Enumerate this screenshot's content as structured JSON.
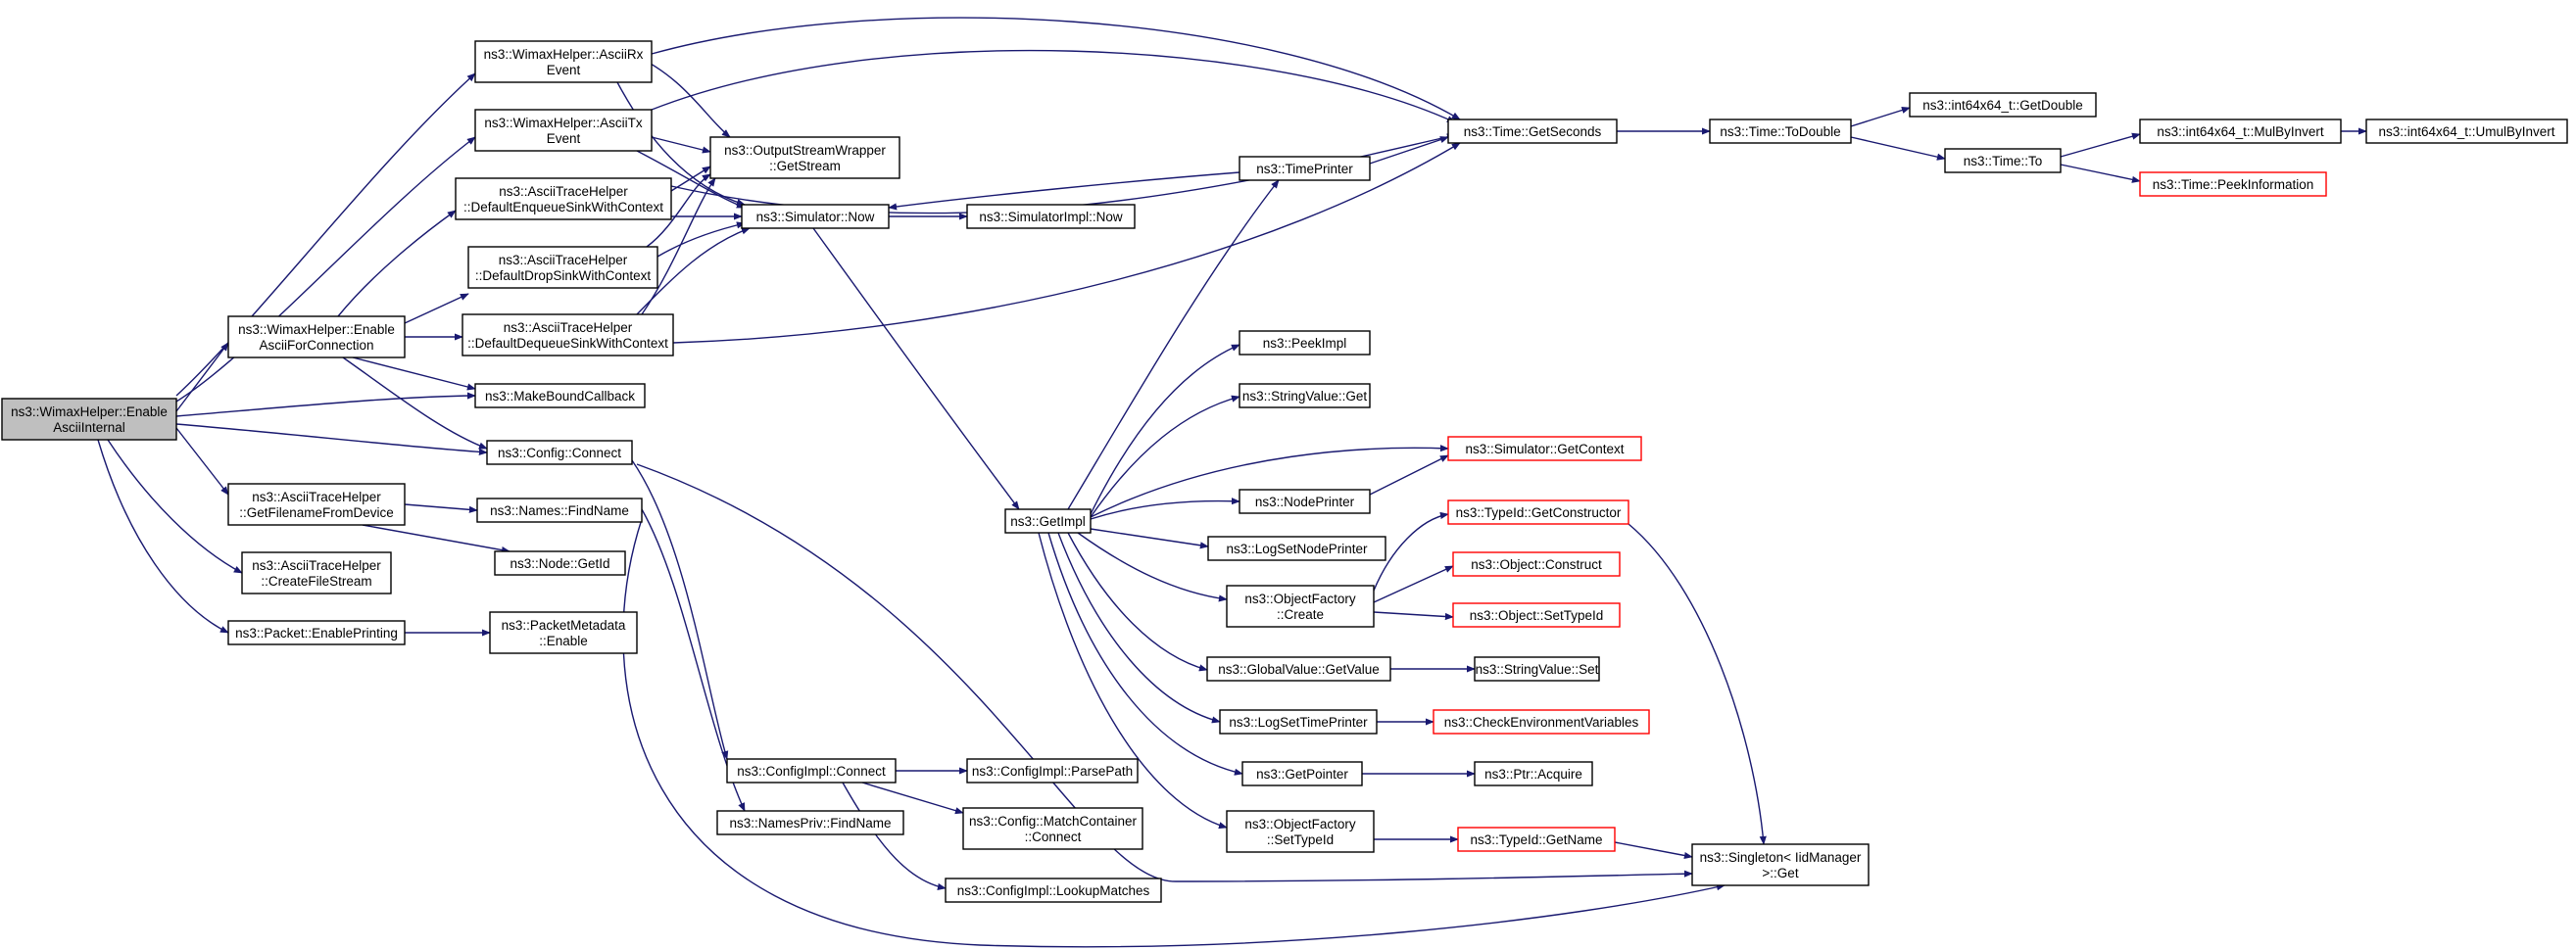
{
  "colors": {
    "edge": "#191970",
    "root_fill": "#bfbfbf",
    "node_border": "#000000",
    "truncated_border": "#ff0000"
  },
  "nodes": {
    "root": {
      "lines": [
        "ns3::WimaxHelper::Enable",
        "AsciiInternal"
      ]
    },
    "asciiRxEvent": {
      "lines": [
        "ns3::WimaxHelper::AsciiRx",
        "Event"
      ]
    },
    "asciiTxEvent": {
      "lines": [
        "ns3::WimaxHelper::AsciiTx",
        "Event"
      ]
    },
    "enqueueSink": {
      "lines": [
        "ns3::AsciiTraceHelper",
        "::DefaultEnqueueSinkWithContext"
      ]
    },
    "dropSink": {
      "lines": [
        "ns3::AsciiTraceHelper",
        "::DefaultDropSinkWithContext"
      ]
    },
    "dequeueSink": {
      "lines": [
        "ns3::AsciiTraceHelper",
        "::DefaultDequeueSinkWithContext"
      ]
    },
    "enableAsciiForConnection": {
      "lines": [
        "ns3::WimaxHelper::Enable",
        "AsciiForConnection"
      ]
    },
    "makeBoundCallback": {
      "lines": [
        "ns3::MakeBoundCallback"
      ]
    },
    "configConnect": {
      "lines": [
        "ns3::Config::Connect"
      ]
    },
    "getFilename": {
      "lines": [
        "ns3::AsciiTraceHelper",
        "::GetFilenameFromDevice"
      ]
    },
    "createFileStream": {
      "lines": [
        "ns3::AsciiTraceHelper",
        "::CreateFileStream"
      ]
    },
    "enablePrinting": {
      "lines": [
        "ns3::Packet::EnablePrinting"
      ]
    },
    "namesFindName": {
      "lines": [
        "ns3::Names::FindName"
      ]
    },
    "nodeGetId": {
      "lines": [
        "ns3::Node::GetId"
      ]
    },
    "packetMetadataEnable": {
      "lines": [
        "ns3::PacketMetadata",
        "::Enable"
      ]
    },
    "getStream": {
      "lines": [
        "ns3::OutputStreamWrapper",
        "::GetStream"
      ]
    },
    "simulatorNow": {
      "lines": [
        "ns3::Simulator::Now"
      ]
    },
    "simulatorImplNow": {
      "lines": [
        "ns3::SimulatorImpl::Now"
      ]
    },
    "timePrinter": {
      "lines": [
        "ns3::TimePrinter"
      ]
    },
    "getSeconds": {
      "lines": [
        "ns3::Time::GetSeconds"
      ]
    },
    "toDouble": {
      "lines": [
        "ns3::Time::ToDouble"
      ]
    },
    "int64GetDouble": {
      "lines": [
        "ns3::int64x64_t::GetDouble"
      ]
    },
    "timeTo": {
      "lines": [
        "ns3::Time::To"
      ]
    },
    "mulByInvert": {
      "lines": [
        "ns3::int64x64_t::MulByInvert"
      ]
    },
    "umulByInvert": {
      "lines": [
        "ns3::int64x64_t::UmulByInvert"
      ]
    },
    "peekInformation": {
      "lines": [
        "ns3::Time::PeekInformation"
      ]
    },
    "getImpl": {
      "lines": [
        "ns3::GetImpl"
      ]
    },
    "peekImpl": {
      "lines": [
        "ns3::PeekImpl"
      ]
    },
    "stringValueGet": {
      "lines": [
        "ns3::StringValue::Get"
      ]
    },
    "simulatorGetContext": {
      "lines": [
        "ns3::Simulator::GetContext"
      ]
    },
    "nodePrinter": {
      "lines": [
        "ns3::NodePrinter"
      ]
    },
    "logSetNodePrinter": {
      "lines": [
        "ns3::LogSetNodePrinter"
      ]
    },
    "objectFactoryCreate": {
      "lines": [
        "ns3::ObjectFactory",
        "::Create"
      ]
    },
    "typeIdGetConstructor": {
      "lines": [
        "ns3::TypeId::GetConstructor"
      ]
    },
    "objectConstruct": {
      "lines": [
        "ns3::Object::Construct"
      ]
    },
    "objectSetTypeId": {
      "lines": [
        "ns3::Object::SetTypeId"
      ]
    },
    "globalValueGetValue": {
      "lines": [
        "ns3::GlobalValue::GetValue"
      ]
    },
    "stringValueSet": {
      "lines": [
        "ns3::StringValue::Set"
      ]
    },
    "logSetTimePrinter": {
      "lines": [
        "ns3::LogSetTimePrinter"
      ]
    },
    "checkEnvVars": {
      "lines": [
        "ns3::CheckEnvironmentVariables"
      ]
    },
    "getPointer": {
      "lines": [
        "ns3::GetPointer"
      ]
    },
    "ptrAcquire": {
      "lines": [
        "ns3::Ptr::Acquire"
      ]
    },
    "objectFactorySetTypeId": {
      "lines": [
        "ns3::ObjectFactory",
        "::SetTypeId"
      ]
    },
    "typeIdGetName": {
      "lines": [
        "ns3::TypeId::GetName"
      ]
    },
    "singletonGet": {
      "lines": [
        "ns3::Singleton< IidManager",
        " >::Get"
      ]
    },
    "configImplConnect": {
      "lines": [
        "ns3::ConfigImpl::Connect"
      ]
    },
    "parsePath": {
      "lines": [
        "ns3::ConfigImpl::ParsePath"
      ]
    },
    "matchContainerConnect": {
      "lines": [
        "ns3::Config::MatchContainer",
        "::Connect"
      ]
    },
    "lookupMatches": {
      "lines": [
        "ns3::ConfigImpl::LookupMatches"
      ]
    },
    "namesPrivFindName": {
      "lines": [
        "ns3::NamesPriv::FindName"
      ]
    }
  }
}
